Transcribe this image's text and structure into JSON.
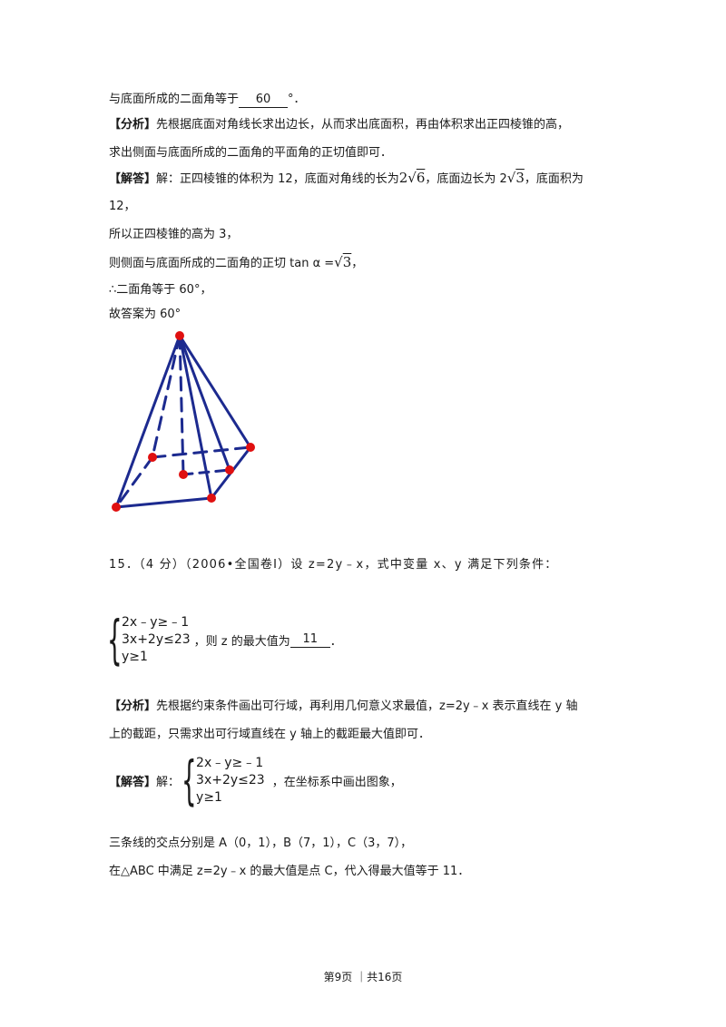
{
  "p1": {
    "text": "与底面所成的二面角等于",
    "answer": "60",
    "suffix": "°．"
  },
  "analysis1": {
    "tag": "【分析】",
    "line1": "先根据底面对角线长求出边长，从而求出底面积，再由体积求出正四棱锥的高，",
    "line2": "求出侧面与底面所成的二面角的平面角的正切值即可．"
  },
  "solution1": {
    "tag": "【解答】",
    "a": "解：正四棱锥的体积为 12，底面对角线的长为",
    "diag_coef": "2",
    "diag_rad": "6",
    "b": "，底面边长为 2",
    "side_rad": "3",
    "c": "，底面积为",
    "d": "12，",
    "e": "所以正四棱锥的高为 3，",
    "f": "则侧面与底面所成的二面角的正切 tan α =",
    "tan_rad": "3",
    "f_end": "，",
    "g": "∴二面角等于 60°，",
    "h": "故答案为 60°"
  },
  "q15": {
    "head": "15．（4 分）（2006•全国卷Ⅰ）设 z=2y﹣x，式中变量 x、y 满足下列条件：",
    "ineq": [
      "2x﹣y≥﹣1",
      "3x+2y≤23",
      "y≥1"
    ],
    "tail": "，则 z 的最大值为",
    "answer": "11",
    "end": "．"
  },
  "analysis2": {
    "tag": "【分析】",
    "line1": "先根据约束条件画出可行域，再利用几何意义求最值，z=2y﹣x 表示直线在 y 轴",
    "line2": "上的截距，只需求出可行域直线在 y 轴上的截距最大值即可．"
  },
  "solution2": {
    "tag": "【解答】",
    "pre": "解：",
    "ineq": [
      "2x﹣y≥﹣1",
      "3x+2y≤23",
      "y≥1"
    ],
    "tail": "，在坐标系中画出图象，",
    "l1": "三条线的交点分别是 A（0，1），B（7，1），C（3，7），",
    "l2": "在△ABC 中满足 z=2y﹣x 的最大值是点 C，代入得最大值等于 11．"
  },
  "footer": "第9页 ｜共16页",
  "colors": {
    "edge": "#1c2a8f",
    "vertex": "#e01010"
  }
}
